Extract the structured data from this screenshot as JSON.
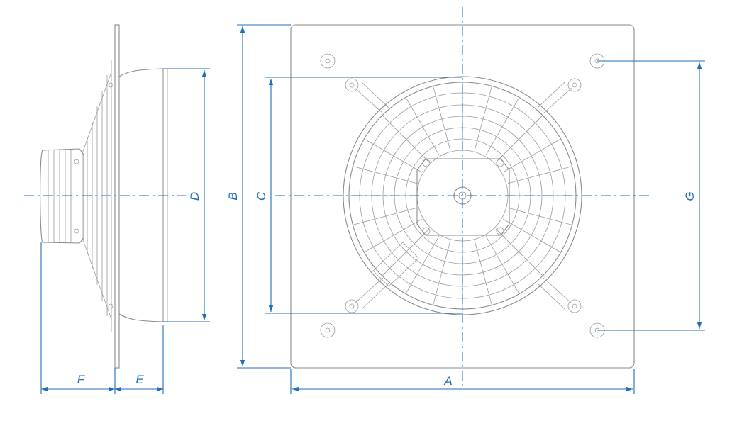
{
  "diagram": {
    "colors": {
      "dimension": "#1f6fb8",
      "outline": "#8a8a8a",
      "background": "#ffffff"
    },
    "labels": {
      "A": "A",
      "B": "B",
      "C": "C",
      "D": "D",
      "E": "E",
      "F": "F",
      "G": "G"
    }
  }
}
